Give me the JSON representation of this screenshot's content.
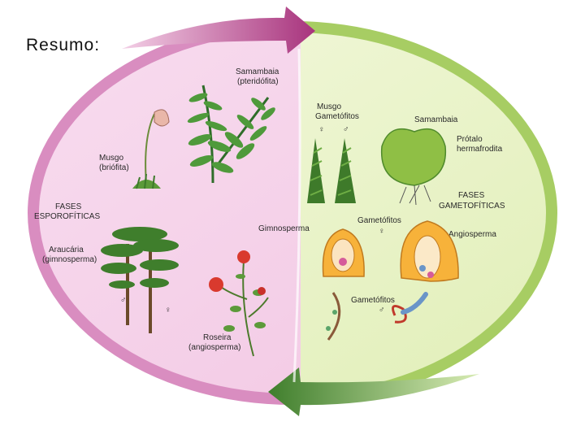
{
  "slide": {
    "title": "Resumo:"
  },
  "diagram": {
    "sporophyte_phase": {
      "line1": "FASES",
      "line2": "ESPOROFÍTICAS"
    },
    "gametophyte_phase": {
      "line1": "FASES",
      "line2": "GAMETOFÍTICAS"
    },
    "samambaia_sporophyte": {
      "name": "Samambaia",
      "group": "(pteridófita)"
    },
    "musgo_sporophyte": {
      "name": "Musgo",
      "group": "(briófita)"
    },
    "araucaria": {
      "name": "Araucária",
      "group": "(gimnosperma)",
      "male_symbol": "♂",
      "female_symbol": "♀"
    },
    "roseira": {
      "name": "Roseira",
      "group": "(angiosperma)"
    },
    "musgo_gametophytes": {
      "name": "Musgo",
      "sub": "Gametófitos",
      "female_symbol": "♀",
      "male_symbol": "♂"
    },
    "samambaia_gametophyte": {
      "name": "Samambaia",
      "prothallus_line1": "Prótalo",
      "prothallus_line2": "hermafrodita"
    },
    "gimnosperma_label": "Gimnosperma",
    "angiosperma_label": "Angiosperma",
    "female_gametophytes": {
      "label": "Gametófitos",
      "symbol": "♀"
    },
    "male_gametophytes": {
      "label": "Gametófitos",
      "symbol": "♂"
    }
  },
  "colors": {
    "sporophyte_arc": "#c2589a",
    "sporophyte_fill": "#f6dcef",
    "gametophyte_arc": "#8fbf45",
    "gametophyte_fill": "#eef6d2",
    "arrow_top": "#b44a8c",
    "arrow_bottom": "#4e8b34"
  }
}
